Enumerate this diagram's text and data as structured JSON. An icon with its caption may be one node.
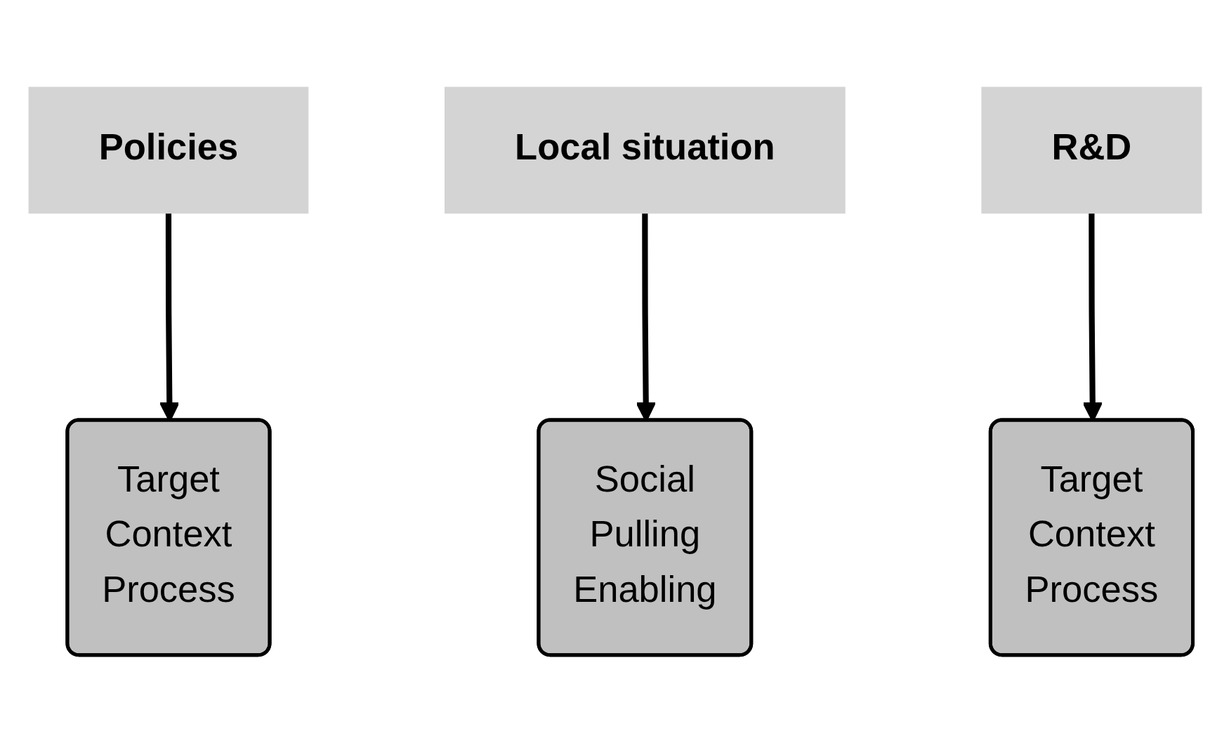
{
  "diagram": {
    "nodes": [
      {
        "text": [
          "Policies"
        ]
      },
      {
        "text": [
          "Target",
          "Context",
          "Process"
        ]
      },
      {
        "text": [
          "Social",
          "Pulling",
          "Enabling"
        ]
      },
      {
        "text": [
          "Local situation"
        ]
      },
      {
        "text": [
          "Target",
          "Context",
          "Process"
        ]
      },
      {
        "text": [
          "R&D"
        ]
      }
    ],
    "edges": [
      {
        "from": 0,
        "to": 1,
        "arrow": "to"
      },
      {
        "from": 3,
        "to": 2,
        "arrow": "to"
      },
      {
        "from": 5,
        "to": 4,
        "arrow": "to"
      }
    ]
  }
}
